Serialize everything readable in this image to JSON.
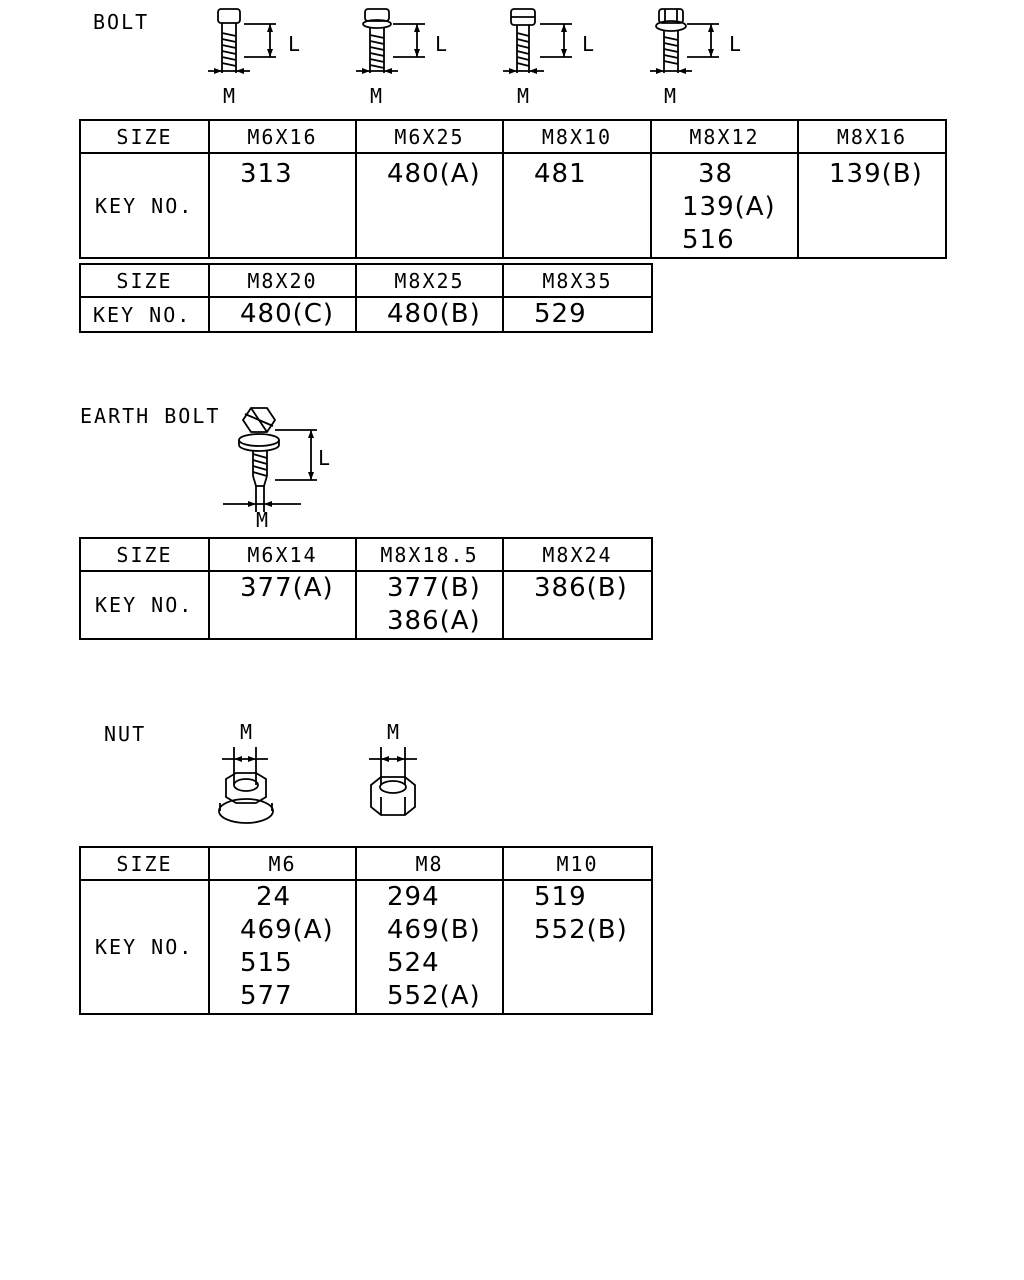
{
  "bolt": {
    "title": "BOLT",
    "dim_l": "L",
    "dim_m": "M",
    "table1": {
      "size_label": "SIZE",
      "key_label": "KEY NO.",
      "columns": [
        {
          "size": "M6X16",
          "keys": [
            "313"
          ]
        },
        {
          "size": "M6X25",
          "keys": [
            "480(A)"
          ]
        },
        {
          "size": "M8X10",
          "keys": [
            "481"
          ]
        },
        {
          "size": "M8X12",
          "keys": [
            "38",
            "139(A)",
            "516"
          ]
        },
        {
          "size": "M8X16",
          "keys": [
            "139(B)"
          ]
        }
      ]
    },
    "table2": {
      "size_label": "SIZE",
      "key_label": "KEY NO.",
      "columns": [
        {
          "size": "M8X20",
          "keys": [
            "480(C)"
          ]
        },
        {
          "size": "M8X25",
          "keys": [
            "480(B)"
          ]
        },
        {
          "size": "M8X35",
          "keys": [
            "529"
          ]
        }
      ]
    }
  },
  "earth_bolt": {
    "title": "EARTH BOLT",
    "dim_l": "L",
    "dim_m": "M",
    "table": {
      "size_label": "SIZE",
      "key_label": "KEY NO.",
      "columns": [
        {
          "size": "M6X14",
          "keys": [
            "377(A)"
          ]
        },
        {
          "size": "M8X18.5",
          "keys": [
            "377(B)",
            "386(A)"
          ]
        },
        {
          "size": "M8X24",
          "keys": [
            "386(B)"
          ]
        }
      ]
    }
  },
  "nut": {
    "title": "NUT",
    "dim_m": "M",
    "table": {
      "size_label": "SIZE",
      "key_label": "KEY NO.",
      "columns": [
        {
          "size": "M6",
          "keys": [
            "24",
            "469(A)",
            "515",
            "577"
          ]
        },
        {
          "size": "M8",
          "keys": [
            "294",
            "469(B)",
            "524",
            "552(A)"
          ]
        },
        {
          "size": "M10",
          "keys": [
            "519",
            "552(B)"
          ]
        }
      ]
    }
  }
}
